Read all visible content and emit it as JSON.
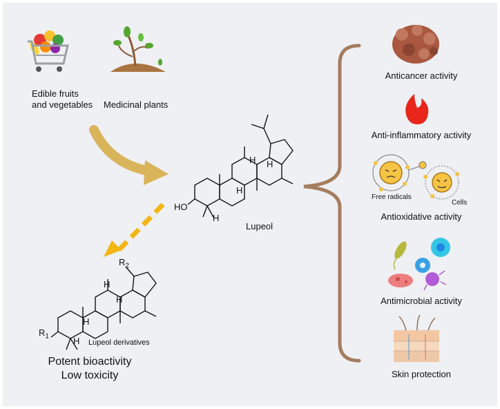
{
  "sources": {
    "fruits_line1": "Edible fruits",
    "fruits_line2": "and vegetables",
    "plants": "Medicinal plants"
  },
  "center": {
    "name": "Lupeol"
  },
  "derivatives": {
    "name": "Lupeol derivatives",
    "r1": "R",
    "r1_sub": "1",
    "r2": "R",
    "r2_sub": "2",
    "line1": "Potent bioactivity",
    "line2": "Low toxicity"
  },
  "structure_labels": {
    "ho": "HO",
    "h": "H"
  },
  "activities": {
    "anticancer": "Anticancer activity",
    "antiinflammatory": "Anti-inflammatory activity",
    "free_radicals": "Free radicals",
    "cells": "Cells",
    "antioxidative": "Antioxidative activity",
    "antimicrobial": "Antimicrobial activity",
    "skin": "Skin protection"
  },
  "colors": {
    "background": "#eef0f4",
    "solid_arrow": "#d9b45a",
    "dashed_arrow": "#f3b614",
    "brace": "#a57d5e",
    "flame": "#e8261c"
  },
  "icons": [
    "shopping-cart-icon",
    "sprout-icon",
    "cancer-cell-icon",
    "flame-icon",
    "free-radical-icon",
    "cell-icon",
    "microbes-icon",
    "skin-layers-icon"
  ]
}
